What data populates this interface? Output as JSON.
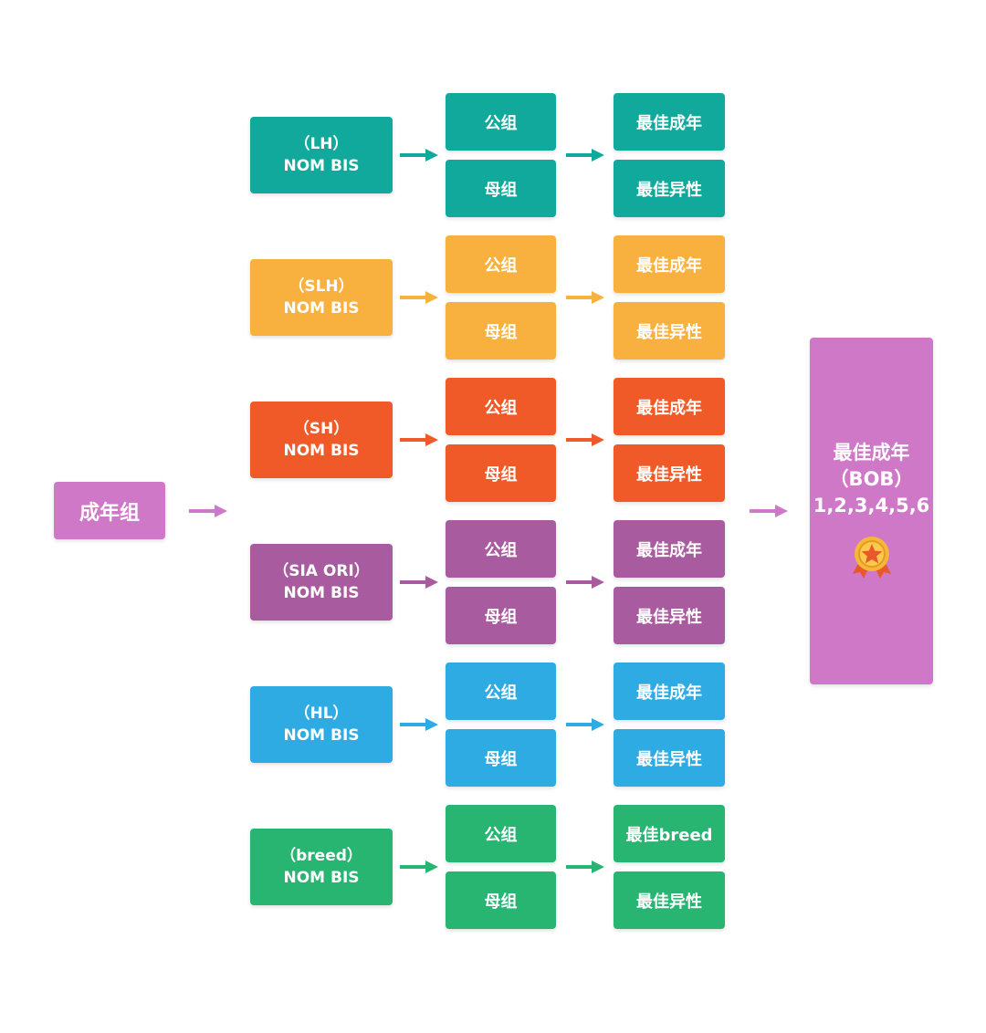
{
  "adult_group": {
    "label": "成年组",
    "color": "#cf78c8"
  },
  "rows": [
    {
      "group": "（LH）",
      "subtitle": "NOM BIS",
      "male": "公组",
      "female": "母组",
      "best_adult": "最佳成年",
      "best_opposite": "最佳异性",
      "color": "#10a99c"
    },
    {
      "group": "（SLH）",
      "subtitle": "NOM BIS",
      "male": "公组",
      "female": "母组",
      "best_adult": "最佳成年",
      "best_opposite": "最佳异性",
      "color": "#f8b13e"
    },
    {
      "group": "（SH）",
      "subtitle": "NOM BIS",
      "male": "公组",
      "female": "母组",
      "best_adult": "最佳成年",
      "best_opposite": "最佳异性",
      "color": "#f05a28"
    },
    {
      "group": "（SIA ORI）",
      "subtitle": "NOM BIS",
      "male": "公组",
      "female": "母组",
      "best_adult": "最佳成年",
      "best_opposite": "最佳异性",
      "color": "#a85b9e"
    },
    {
      "group": "（HL）",
      "subtitle": "NOM BIS",
      "male": "公组",
      "female": "母组",
      "best_adult": "最佳成年",
      "best_opposite": "最佳异性",
      "color": "#2eabe3"
    },
    {
      "group": "（breed）",
      "subtitle": "NOM BIS",
      "male": "公组",
      "female": "母组",
      "best_adult": "最佳breed",
      "best_opposite": "最佳异性",
      "color": "#27b571"
    }
  ],
  "bob": {
    "title": "最佳成年",
    "abbr": "（BOB）",
    "numbers": "1,2,3,4,5,6",
    "color": "#cf78c8",
    "icon": "medal-icon"
  }
}
